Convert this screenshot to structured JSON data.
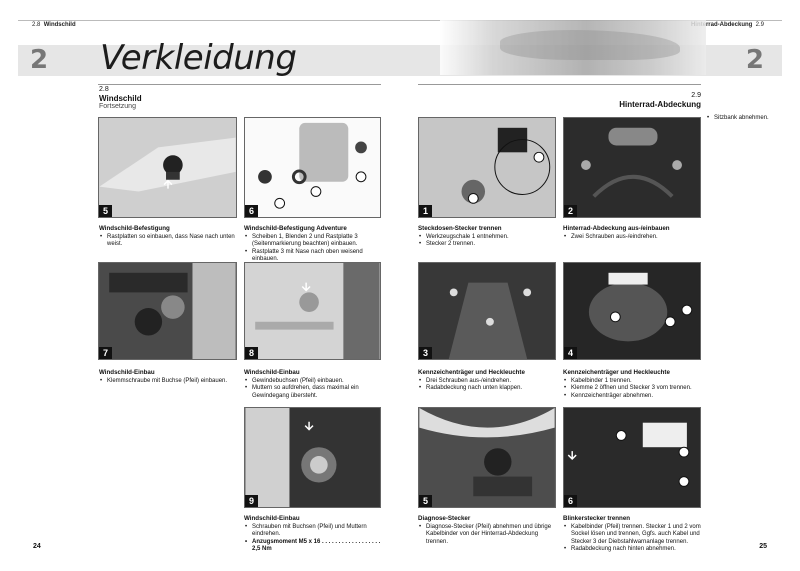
{
  "header": {
    "left_section_no": "2.8",
    "left_section_name": "Windschild",
    "right_section_name": "Hinterrad-Abdeckung",
    "right_section_no": "2.9"
  },
  "chapter": {
    "number": "2",
    "title": "Verkleidung"
  },
  "left_section": {
    "number": "2.8",
    "title": "Windschild",
    "subtitle": "Fortsetzung"
  },
  "right_section": {
    "number": "2.9",
    "title": "Hinterrad-Abdeckung"
  },
  "right_intro": {
    "bullets": [
      "Sitzbank abnehmen."
    ]
  },
  "figures": [
    {
      "num": "5",
      "title": "Windschild-Befestigung",
      "bullets": [
        "Rastplatten so einbauen, dass Nase nach unten weist."
      ]
    },
    {
      "num": "6",
      "title": "Windschild-Befestigung Adventure",
      "bullets": [
        "Scheiben 1, Blenden 2 und Rastplatte 3 (Seitenmarkierung beachten) einbauen.",
        "Rastplatte 3 mit Nase nach oben weisend einbauen."
      ]
    },
    {
      "num": "7",
      "title": "Windschild-Einbau",
      "bullets": [
        "Klemmschraube mit Buchse (Pfeil) einbauen."
      ]
    },
    {
      "num": "8",
      "title": "Windschild-Einbau",
      "bullets": [
        "Gewindebuchsen (Pfeil) einbauen.",
        "Muttern so aufdrehen, dass maximal ein Gewindegang übersteht."
      ]
    },
    {
      "num": "9",
      "title": "Windschild-Einbau",
      "bullets": [
        "Schrauben mit Buchsen (Pfeil) und Muttern eindrehen.",
        "Anzugsmoment M5 x 16 . . . . . . . . . . . . . . . . . . 2,5 Nm"
      ]
    },
    {
      "num": "1",
      "title": "Steckdosen-Stecker trennen",
      "bullets": [
        "Werkzeugschale 1 entnehmen.",
        "Stecker 2 trennen."
      ]
    },
    {
      "num": "2",
      "title": "Hinterrad-Abdeckung aus-/einbauen",
      "bullets": [
        "Zwei Schrauben aus-/eindrehen."
      ]
    },
    {
      "num": "3",
      "title": "Kennzeichenträger und Heckleuchte",
      "bullets": [
        "Drei Schrauben aus-/eindrehen.",
        "Radabdeckung nach unten klappen."
      ]
    },
    {
      "num": "4",
      "title": "Kennzeichenträger und Heckleuchte",
      "bullets": [
        "Kabelbinder 1 trennen.",
        "Klemme 2 öffnen und Stecker 3 vom trennen.",
        "Kennzeichenträger abnehmen."
      ]
    },
    {
      "num": "5",
      "title": "Diagnose-Stecker",
      "bullets": [
        "Diagnose-Stecker (Pfeil) abnehmen und übrige Kabelbinder von der Hinterrad-Abdeckung trennen."
      ]
    },
    {
      "num": "6",
      "title": "Blinkerstecker trennen",
      "bullets": [
        "Kabelbinder (Pfeil) trennen. Stecker 1 und 2 vom Sockel lösen und trennen, Ggfs. auch Kabel und Stecker 3 der Diebstahlwarnanlage trennen.",
        "Radabdeckung nach hinten abnehmen."
      ]
    }
  ],
  "pages": {
    "left": "24",
    "right": "25"
  }
}
